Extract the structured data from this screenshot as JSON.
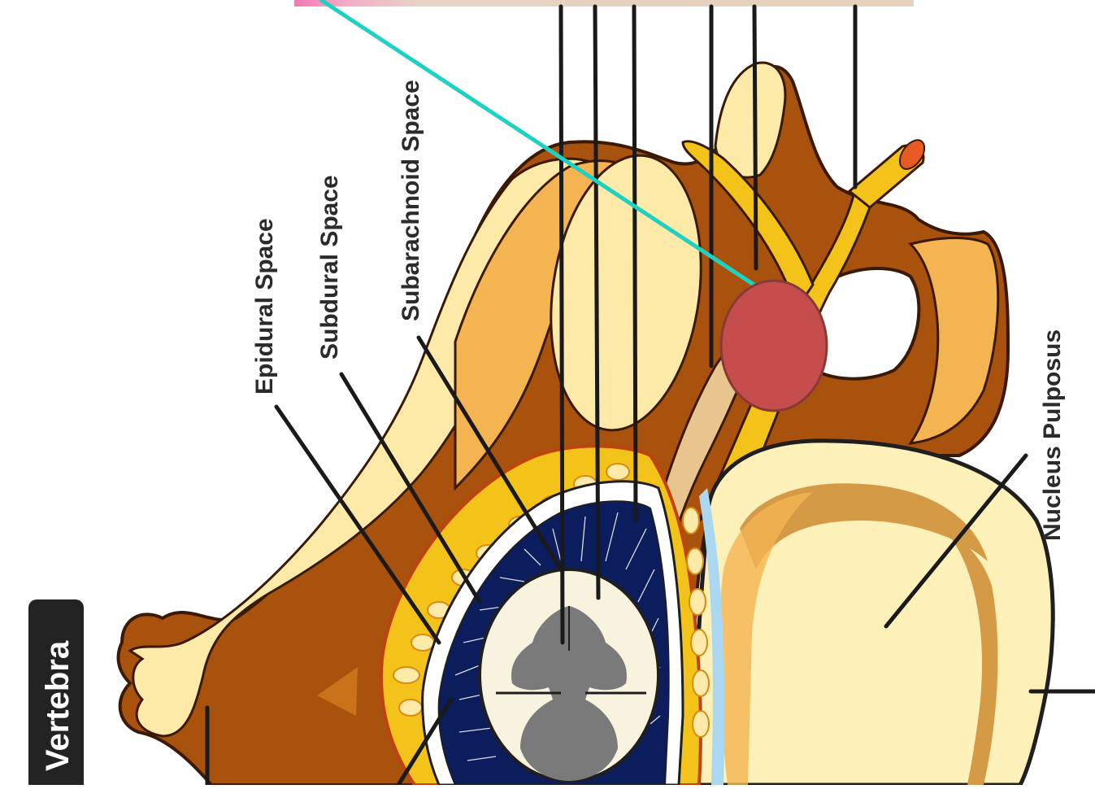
{
  "labels": {
    "epidural": "Epidural Space",
    "subdural": "Subdural Space",
    "subarachnoid": "Subarachnoid Space",
    "nucleus": "Nucleus Pulposus",
    "vertebra": "Vertebra"
  },
  "colors": {
    "bone_light": "#fde9a8",
    "bone_mid": "#f3b451",
    "bone_dark": "#a9520e",
    "disc_light": "#fdf0b8",
    "nerve_yellow": "#f4c31a",
    "nerve_red": "#e85a24",
    "dura_blue": "#0b1d5c",
    "cord_white": "#f8f3df",
    "grey_matter": "#7a7a7a",
    "marker_red": "#c54d4d",
    "pointer_teal": "#1fd1c2",
    "banner_pink": "#f07ab4",
    "badge_bg": "#232323"
  }
}
